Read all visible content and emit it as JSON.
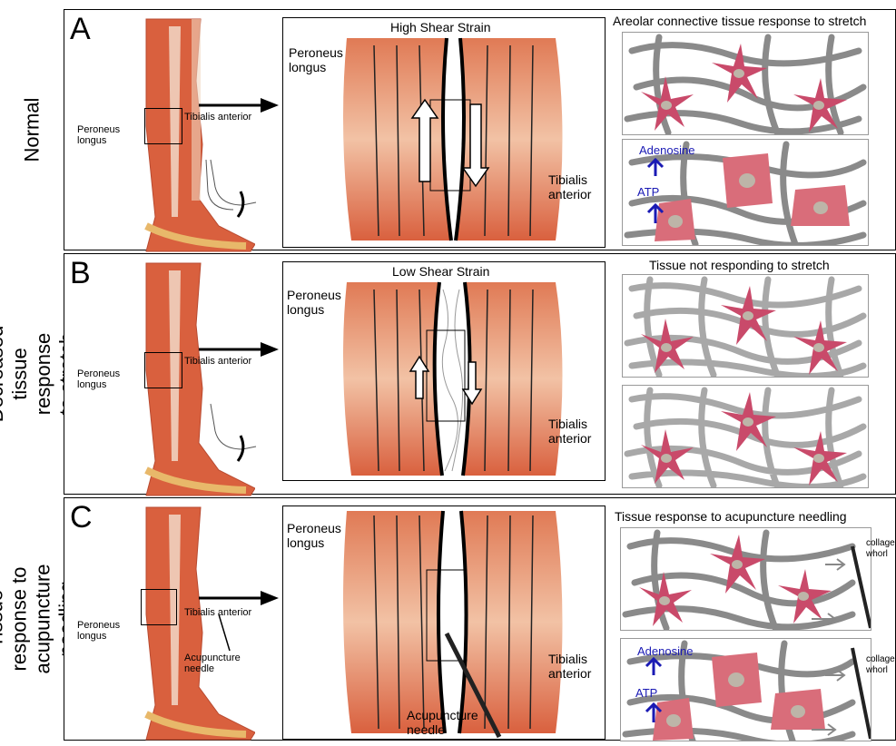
{
  "panels": [
    {
      "letter": "A",
      "side_label": "Normal",
      "leg_labels": {
        "left": "Peroneus longus",
        "right": "Tibialis anterior"
      },
      "closeup": {
        "title": "High Shear Strain",
        "left": "Peroneus longus",
        "right": "Tibialis anterior"
      },
      "cells_title": "Areolar connective tissue response to stretch",
      "cells_lower": {
        "adenosine": "Adenosine",
        "atp": "ATP"
      }
    },
    {
      "letter": "B",
      "side_label": "Decreased tissue response to stretch",
      "leg_labels": {
        "left": "Peroneus longus",
        "right": "Tibialis anterior"
      },
      "closeup": {
        "title": "Low Shear Strain",
        "left": "Peroneus longus",
        "right": "Tibialis anterior"
      },
      "cells_title": "Tissue not responding to stretch"
    },
    {
      "letter": "C",
      "side_label": "Tissue response to acupuncture needling",
      "leg_labels": {
        "left": "Peroneus longus",
        "right": "Tibialis anterior",
        "needle": "Acupuncture needle"
      },
      "closeup": {
        "left": "Peroneus longus",
        "right": "Tibialis anterior",
        "needle": "Acupuncture needle"
      },
      "cells_title": "Tissue response to acupuncture needling",
      "collagen_label": "collagen whorl",
      "cells_lower": {
        "adenosine": "Adenosine",
        "atp": "ATP"
      }
    }
  ],
  "colors": {
    "muscle": "#d9603e",
    "fibroblast": "#c94a6a",
    "collagen": "#8a8a8a",
    "molecule_text": "#1a1ab4"
  }
}
